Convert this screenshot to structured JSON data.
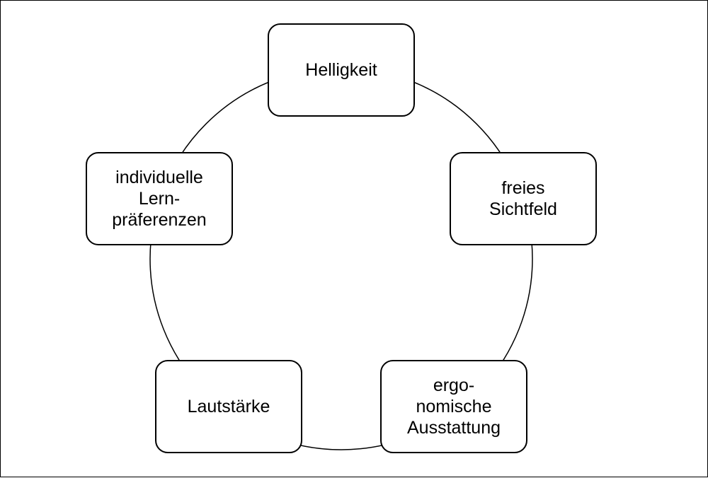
{
  "diagram": {
    "type": "cycle",
    "nodes": [
      {
        "id": "helligkeit",
        "label": "Helligkeit"
      },
      {
        "id": "sichtfeld",
        "label": "freies\nSichtfeld"
      },
      {
        "id": "ergonomie",
        "label": "ergo-\nnomische\nAusstattung"
      },
      {
        "id": "lautstaerke",
        "label": "Lautstärke"
      },
      {
        "id": "lernpraeferenzen",
        "label": "individuelle\nLern-\npräferenzen"
      }
    ],
    "colors": {
      "stroke": "#000000",
      "fill": "#ffffff",
      "text": "#000000"
    }
  }
}
